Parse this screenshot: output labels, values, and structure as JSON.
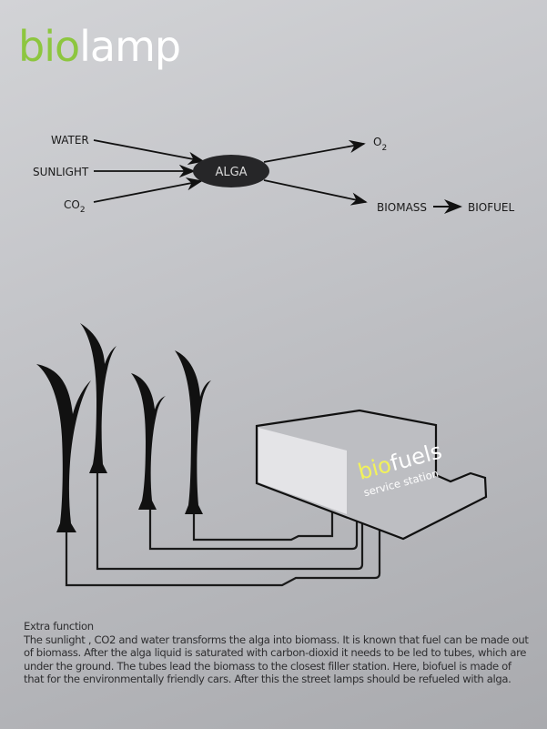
{
  "logo": {
    "part1": "bio",
    "part2": "lamp"
  },
  "diagram": {
    "inputs": [
      "WATER",
      "SUNLIGHT",
      "CO",
      "2"
    ],
    "center": "ALGA",
    "outputs": {
      "o2": "O",
      "o2_sub": "2",
      "biomass": "BIOMASS",
      "biofuel": "BIOFUEL"
    }
  },
  "station": {
    "brand_part1": "bio",
    "brand_part2": "fuels",
    "subtitle": "service station"
  },
  "description": {
    "heading": "Extra function",
    "body": "The sunlight , CO2 and water transforms the alga into biomass.  It is known that fuel  can be made out of biomass. After the alga liquid is saturated with carbon-dioxid it needs to be  led to tubes, which are  under the ground. The tubes lead the biomass to the closest filler station. Here, biofuel is made of that for the environmentally friendly cars. After this the street lamps should be refueled with alga."
  },
  "colors": {
    "accent_green": "#8dc63f",
    "accent_yellow": "#f2f25a"
  }
}
